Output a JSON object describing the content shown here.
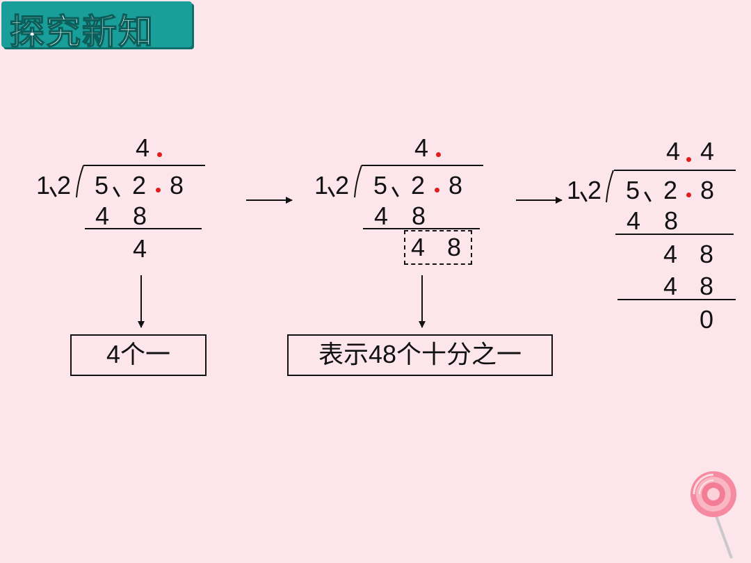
{
  "header": {
    "title": "探究新知"
  },
  "steps": [
    {
      "quotient": [
        "4",
        ""
      ],
      "divisor": [
        "1",
        "2"
      ],
      "dividend": [
        "5",
        "2",
        "8"
      ],
      "rows": [
        [
          "4",
          "8"
        ],
        [
          "4"
        ]
      ],
      "label": "4个一"
    },
    {
      "quotient": [
        "4",
        ""
      ],
      "divisor": [
        "1",
        "2"
      ],
      "dividend": [
        "5",
        "2",
        "8"
      ],
      "rows": [
        [
          "4",
          "8"
        ],
        [
          "4",
          "8"
        ]
      ],
      "label": "表示48个十分之一"
    },
    {
      "quotient": [
        "4",
        "4"
      ],
      "divisor": [
        "1",
        "2"
      ],
      "dividend": [
        "5",
        "2",
        "8"
      ],
      "rows": [
        [
          "4",
          "8"
        ],
        [
          "4",
          "8"
        ],
        [
          "4",
          "8"
        ],
        [
          "0"
        ]
      ]
    }
  ],
  "colors": {
    "background": "#fde5ec",
    "title_badge": "#1a9e99",
    "decimal_point": "#e01e1e"
  },
  "icons": {
    "decoration": "lollipop-icon"
  }
}
